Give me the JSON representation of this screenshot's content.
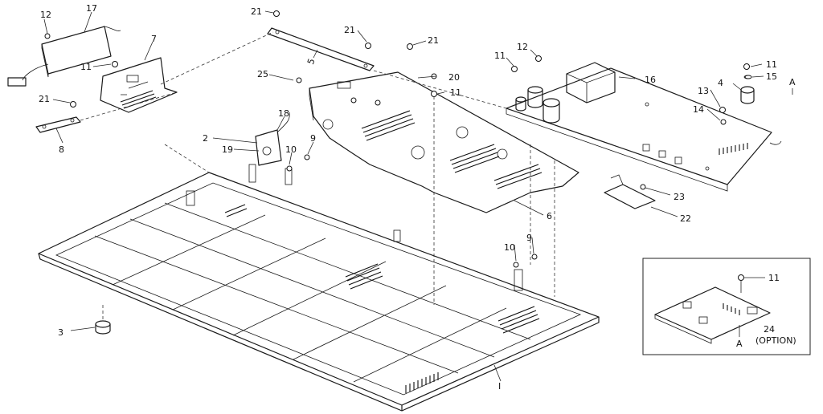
{
  "diagram": {
    "callouts": {
      "c12a": "12",
      "c17": "17",
      "c7": "7",
      "c11a": "11",
      "c21a": "21",
      "c8": "8",
      "c21b": "21",
      "c21c": "21",
      "c21d": "21",
      "c5": "5",
      "c25": "25",
      "c20": "20",
      "c11b": "11",
      "c18": "18",
      "c2": "2",
      "c19": "19",
      "c10a": "10",
      "c9a": "9",
      "c11c": "11",
      "c12b": "12",
      "c16": "16",
      "c11d": "11",
      "c15": "15",
      "c4": "4",
      "c13": "13",
      "c14": "14",
      "cA1": "A",
      "c6": "6",
      "c23": "23",
      "c22": "22",
      "c10b": "10",
      "c9b": "9",
      "c3": "3",
      "c1": "I",
      "c11e": "11",
      "c24": "24",
      "cOption": "(OPTION)",
      "cA2": "A"
    }
  }
}
